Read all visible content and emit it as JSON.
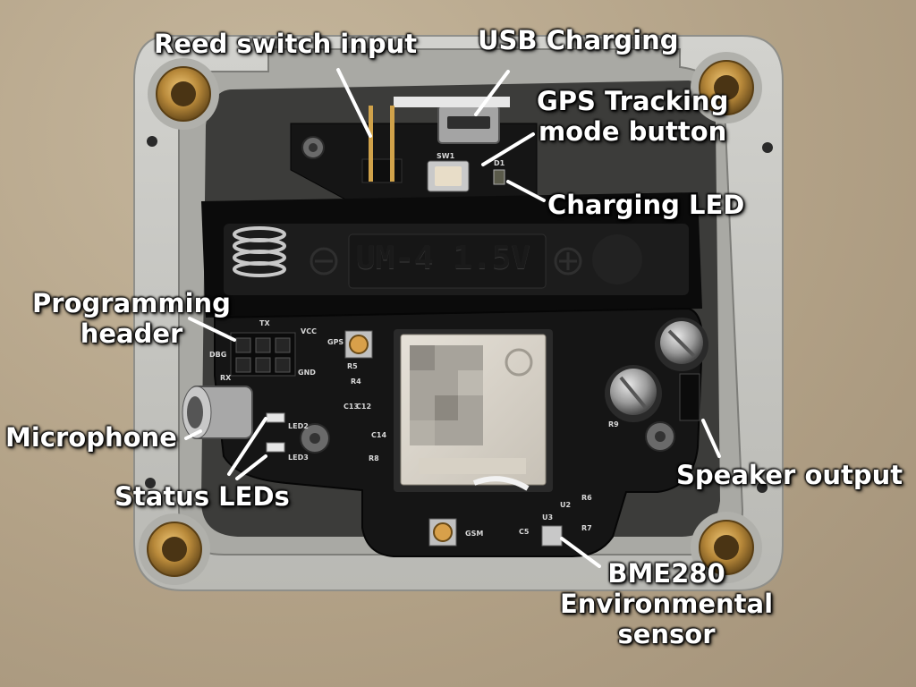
{
  "labels": {
    "reed_switch": "Reed switch input",
    "usb_charging": "USB Charging",
    "gps_button_line1": "GPS Tracking",
    "gps_button_line2": "mode button",
    "charging_led": "Charging LED",
    "programming_line1": "Programming",
    "programming_line2": "header",
    "microphone": "Microphone",
    "status_leds": "Status LEDs",
    "speaker_output": "Speaker output",
    "bme280_line1": "BME280",
    "bme280_line2": "Environmental",
    "bme280_line3": "sensor"
  },
  "battery_text": "UM-4 1.5V",
  "silkscreen": {
    "tx": "TX",
    "vcc": "VCC",
    "dbg": "DBG",
    "rx": "RX",
    "gnd": "GND",
    "gps": "GPS",
    "r5": "R5",
    "r4": "R4",
    "c13": "C13",
    "c12": "C12",
    "c14": "C14",
    "r8": "R8",
    "led2": "LED2",
    "led3": "LED3",
    "r6": "R6",
    "r7": "R7",
    "c5": "C5",
    "u3": "U3",
    "gsm": "GSM",
    "r9": "R9",
    "sw1": "SW1",
    "d1": "D1",
    "u2": "U2"
  },
  "colors": {
    "label_text": "#ffffff",
    "pcb": "#141414",
    "enclosure": "#c9c9c4",
    "brass": "#b8893a"
  }
}
